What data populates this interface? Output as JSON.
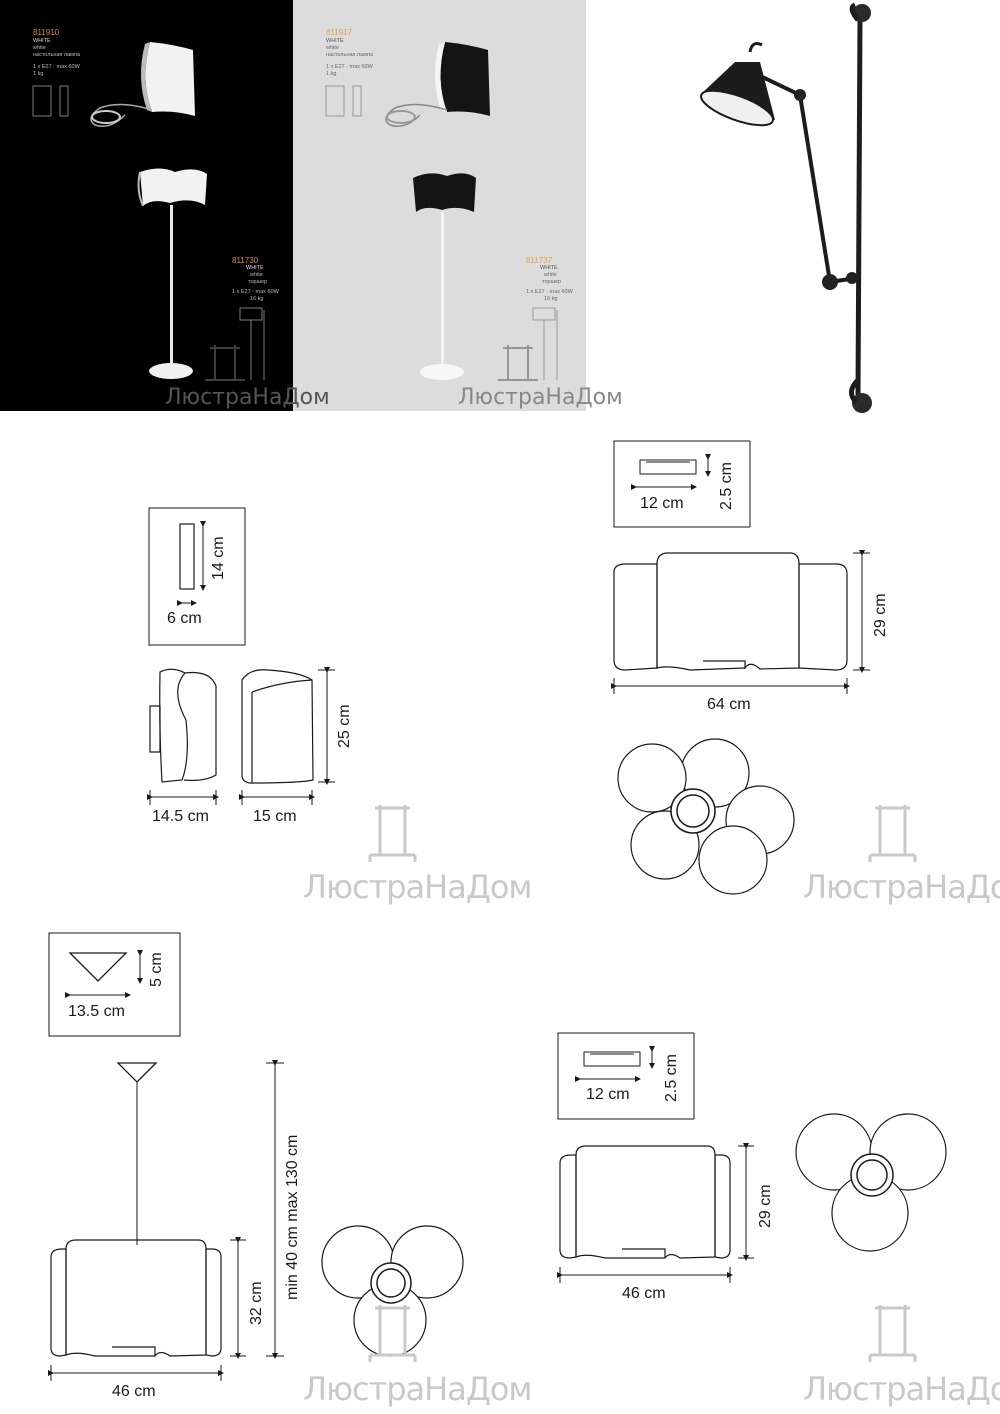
{
  "watermark": {
    "brand": "ЛюстраНаДом",
    "monogram": "Д"
  },
  "catalog_dark": {
    "table_lamp": {
      "code": "811910",
      "color_upper": "WHITE",
      "color_lower": "white",
      "type": "настольная лампа",
      "spec": "1 x E27 · max 60W",
      "weight": "1 kg"
    },
    "floor_lamp": {
      "code": "811730",
      "color_upper": "WHITE",
      "color_lower": "white",
      "type": "торшер",
      "spec": "1 x E27 · max 60W",
      "weight": "16 kg"
    }
  },
  "catalog_light": {
    "table_lamp": {
      "code": "811917",
      "color_upper": "WHITE",
      "color_lower": "white",
      "type": "настольная лампа",
      "spec": "1 x E27 · max 60W",
      "weight": "1 kg"
    },
    "floor_lamp": {
      "code": "811737",
      "color_upper": "WHITE",
      "color_lower": "white",
      "type": "торшер",
      "spec": "1 x E27 · max 60W",
      "weight": "16 kg"
    }
  },
  "drawing_sconce": {
    "plate_height": "14 cm",
    "plate_width": "6 cm",
    "side_depth": "14.5 cm",
    "front_width": "15 cm",
    "height": "25 cm"
  },
  "drawing_ceiling_large": {
    "canopy_width": "12 cm",
    "canopy_height": "2.5 cm",
    "height": "29 cm",
    "width": "64 cm",
    "petals": 5
  },
  "drawing_pendant": {
    "canopy_width": "13.5 cm",
    "canopy_height": "5 cm",
    "suspension": "min 40 cm max 130 cm",
    "height": "32 cm",
    "width": "46 cm",
    "petals": 3
  },
  "drawing_ceiling_small": {
    "canopy_width": "12 cm",
    "canopy_height": "2.5 cm",
    "height": "29 cm",
    "width": "46 cm",
    "petals": 3
  },
  "colors": {
    "dark_panel": "#000000",
    "light_panel": "#dcdcdc",
    "lamp_black": "#1c1c1c",
    "watermark": "#c9c9c9",
    "accent_code": "#d98a3a"
  }
}
